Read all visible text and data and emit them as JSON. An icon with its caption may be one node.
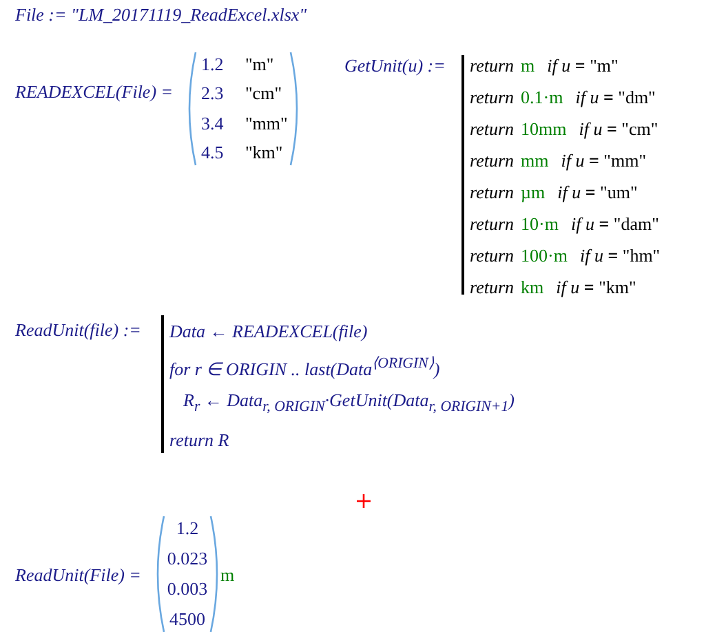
{
  "diagram": {
    "labels": [
      "File := \"LM_20171119_ReadExcel.xlsx\"",
      "READEXCEL(File) =",
      "1.2",
      "\"m\"",
      "2.3",
      "\"cm\"",
      "3.4",
      "\"mm\"",
      "4.5",
      "\"km\"",
      "GetUnit(u) :=",
      "return",
      "m",
      "*if* *u* **=** \"m\"",
      "return",
      "0.1·m",
      "*if* *u* **=** \"dm\"",
      "return",
      "10mm",
      "*if* *u* **=** \"cm\"",
      "return",
      "mm",
      "*if* *u* **=** \"mm\"",
      "return",
      "µm",
      "*if* *u* **=** \"um\"",
      "return",
      "10·m",
      "*if* *u* **=** \"dam\"",
      "return",
      "100·m",
      "*if* *u* **=** \"hm\"",
      "return",
      "km",
      "*if* *u* **=** \"km\"",
      "ReadUnit(file) :=",
      "Data ← READEXCEL(file)",
      "for r ∈ ORIGIN .. last(Data$^{⟨ORIGIN⟩}$)",
      "R$_{r}$ ← Data$_{r, ORIGIN}$·GetUnit(Data$_{r, ORIGIN+1}$)",
      "return R",
      "ReadUnit(File) =",
      "1.2",
      "0.023",
      "0.003",
      "4500",
      "m"
    ]
  }
}
